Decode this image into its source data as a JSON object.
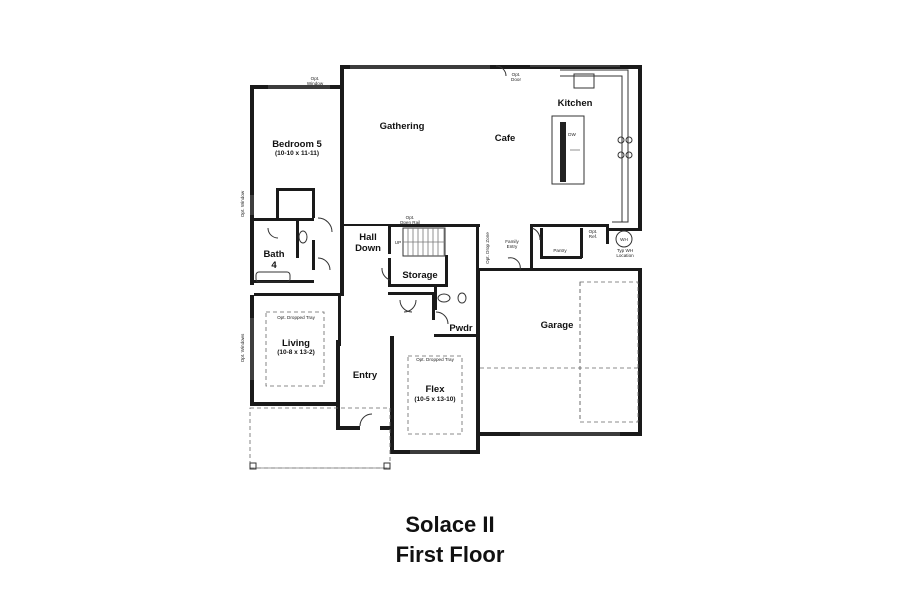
{
  "title": {
    "line1": "Solace II",
    "line2": "First Floor"
  },
  "rooms": {
    "bedroom5": {
      "name": "Bedroom 5",
      "dims": "(10-10 x 11-11)"
    },
    "bath4_line1": "Bath",
    "bath4_line2": "4",
    "gathering": "Gathering",
    "cafe": "Cafe",
    "kitchen": "Kitchen",
    "hall_line1": "Hall",
    "hall_line2": "Down",
    "storage": "Storage",
    "pwdr": "Pwdr",
    "garage": "Garage",
    "living": {
      "name": "Living",
      "dims": "(10-8 x 13-2)"
    },
    "entry": "Entry",
    "flex": {
      "name": "Flex",
      "dims": "(10-5 x 13-10)"
    }
  },
  "notes": {
    "opt_window_top_1": "Opt.",
    "opt_window_top_2": "Window",
    "opt_window_left": "Opt. Window",
    "opt_windows_left": "Opt. Windows",
    "opt_door_1": "Opt.",
    "opt_door_2": "Door",
    "dw": "DW",
    "opt_open_rail_1": "Opt.",
    "opt_open_rail_2": "Open Rail",
    "up": "UP",
    "opt_drop_zone": "Opt. Drop Zone",
    "family_entry_1": "Family",
    "family_entry_2": "Entry",
    "pantry": "Pantry",
    "opt_ref_1": "Opt.",
    "opt_ref_2": "Ref.",
    "wh": "WH",
    "tyo_wh_1": "Typ WH",
    "tyo_wh_2": "Location",
    "opt_dropped_tray_living": "Opt. Dropped Tray",
    "opt_dropped_tray_flex": "Opt. Dropped Tray"
  },
  "colors": {
    "wall": "#1a1a1a",
    "background": "#ffffff"
  }
}
